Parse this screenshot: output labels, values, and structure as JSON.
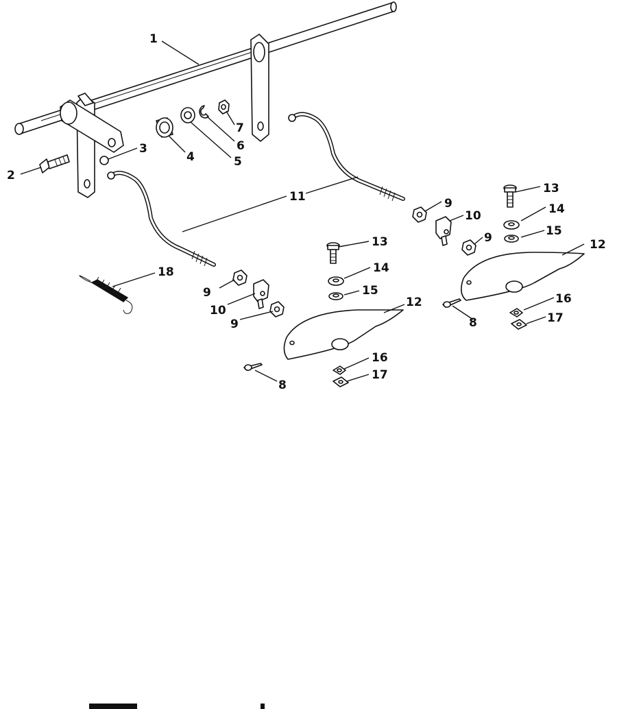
{
  "callouts": [
    {
      "id": "c1",
      "text": "1"
    },
    {
      "id": "c2",
      "text": "2"
    },
    {
      "id": "c3",
      "text": "3"
    },
    {
      "id": "c4",
      "text": "4"
    },
    {
      "id": "c5",
      "text": "5"
    },
    {
      "id": "c6",
      "text": "6"
    },
    {
      "id": "c7",
      "text": "7"
    },
    {
      "id": "c8a",
      "text": "8"
    },
    {
      "id": "c8b",
      "text": "8"
    },
    {
      "id": "c9a",
      "text": "9"
    },
    {
      "id": "c9b",
      "text": "9"
    },
    {
      "id": "c9c",
      "text": "9"
    },
    {
      "id": "c9d",
      "text": "9"
    },
    {
      "id": "c10a",
      "text": "10"
    },
    {
      "id": "c10b",
      "text": "10"
    },
    {
      "id": "c11",
      "text": "11"
    },
    {
      "id": "c12a",
      "text": "12"
    },
    {
      "id": "c12b",
      "text": "12"
    },
    {
      "id": "c13a",
      "text": "13"
    },
    {
      "id": "c13b",
      "text": "13"
    },
    {
      "id": "c14a",
      "text": "14"
    },
    {
      "id": "c14b",
      "text": "14"
    },
    {
      "id": "c15a",
      "text": "15"
    },
    {
      "id": "c15b",
      "text": "15"
    },
    {
      "id": "c16a",
      "text": "16"
    },
    {
      "id": "c16b",
      "text": "16"
    },
    {
      "id": "c17a",
      "text": "17"
    },
    {
      "id": "c17b",
      "text": "17"
    },
    {
      "id": "c18",
      "text": "18"
    }
  ]
}
